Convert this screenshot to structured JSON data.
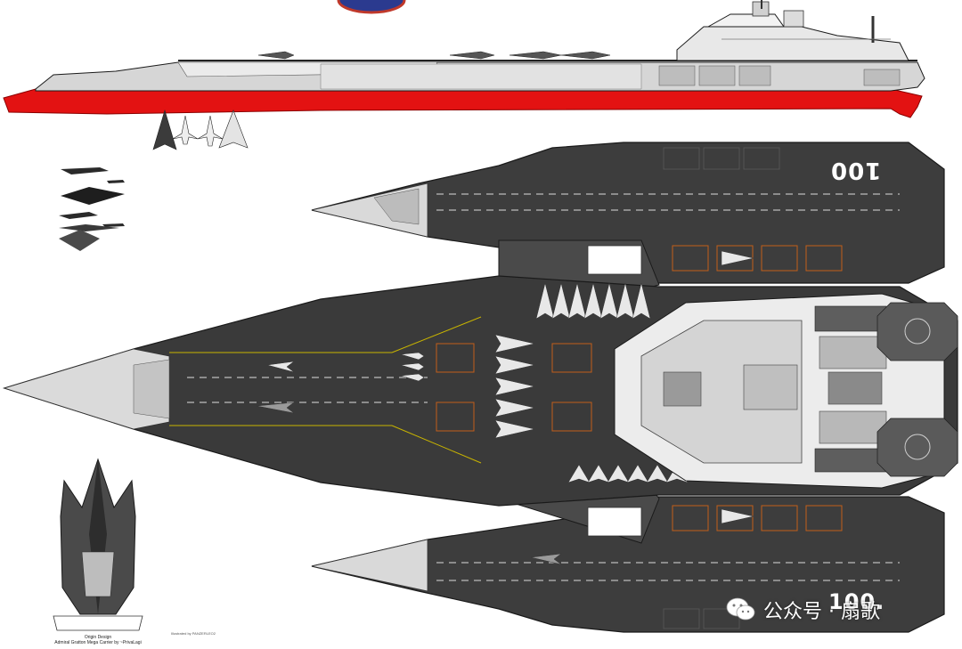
{
  "hull_numbers": {
    "top_deck": "100",
    "bottom_deck": "100."
  },
  "captions": {
    "origin_line1": "Origin Design",
    "origin_line2": "Admiral Gratton Mega Carrier by ~PrivaLagi",
    "credit": "Illustrated by PANZERLEO2",
    "side_label_1": "",
    "side_label_2": ""
  },
  "watermark": {
    "icon": "wechat-icon",
    "text": "公众号 · 扇歌"
  },
  "colors": {
    "deck": "#3d3d3d",
    "deck_dark": "#2e2e2e",
    "hull_light": "#cfcfcf",
    "hull_white": "#ececec",
    "waterline_red": "#e31212",
    "outline": "#1a1a1a",
    "yellow_line": "#c8b400"
  }
}
